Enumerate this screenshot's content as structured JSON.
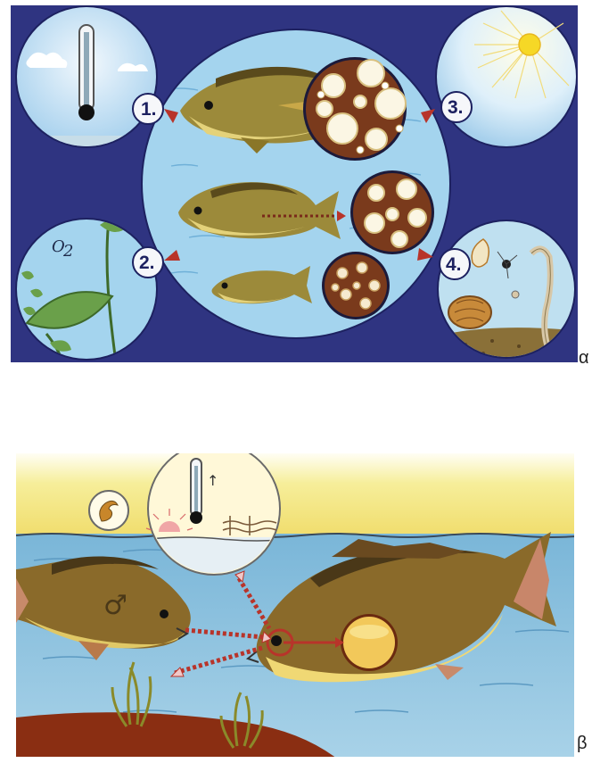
{
  "panel_a": {
    "label": "α",
    "steps": [
      "1.",
      "2.",
      "3.",
      "4."
    ],
    "oxygen_label": "O",
    "oxygen_subscript": "2",
    "icons": {
      "temperature": "thermometer-icon",
      "oxygen": "aquatic-plant-icon",
      "light": "sun-icon",
      "food": "plankton-icon"
    }
  },
  "panel_b": {
    "label": "β",
    "male_symbol": "♂",
    "temperature_arrow": "↑"
  },
  "colors": {
    "night_blue": "#2a2f7a",
    "water": "#9fd0ec",
    "arrow_red": "#b8342a",
    "fish_olive": "#9a8438",
    "egg_brown": "#7a3a1c"
  }
}
